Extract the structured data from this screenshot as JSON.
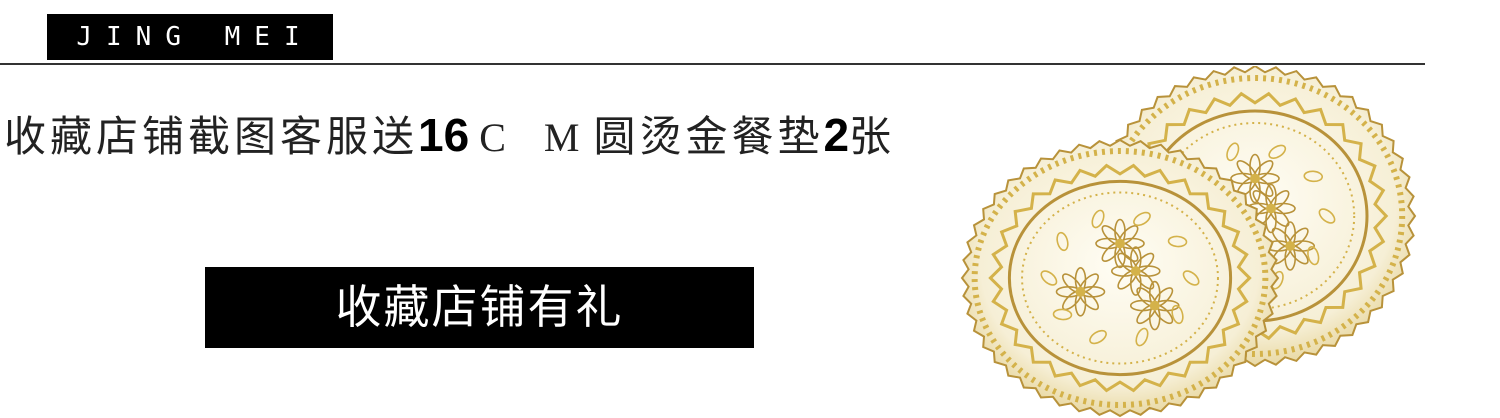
{
  "brand": {
    "name": "JING MEI"
  },
  "promo": {
    "text_1": "收藏店铺截图客服送",
    "number_1": "16",
    "unit": "C M",
    "text_2": "圆烫金餐垫",
    "number_2": "2",
    "text_3": "张"
  },
  "cta": {
    "label": "收藏店铺有礼"
  },
  "product_image": {
    "subject": "gold-lace-round-placemats",
    "colors": {
      "gold": "#d4b24a",
      "gold_dark": "#b8923a",
      "cream": "#f8f3e0"
    }
  }
}
